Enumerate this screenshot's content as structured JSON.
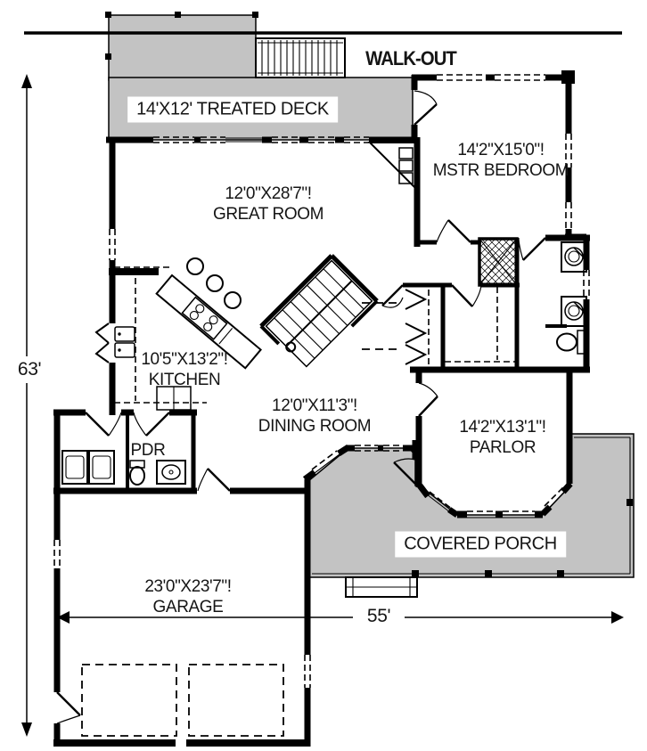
{
  "dimensions": {
    "height_label": "63'",
    "width_label": "55'"
  },
  "labels": {
    "walkout": "WALK-OUT",
    "deck": "14'X12' TREATED DECK",
    "covered_porch": "COVERED PORCH",
    "pdr": "PDR"
  },
  "rooms": {
    "master_bedroom": {
      "dims": "14'2\"X15'0\"!",
      "name": "MSTR BEDROOM"
    },
    "great_room": {
      "dims": "12'0\"X28'7\"!",
      "name": "GREAT ROOM"
    },
    "kitchen": {
      "dims": "10'5\"X13'2\"!",
      "name": "KITCHEN"
    },
    "dining_room": {
      "dims": "12'0\"X11'3\"!",
      "name": "DINING ROOM"
    },
    "parlor": {
      "dims": "14'2\"X13'1\"!",
      "name": "PARLOR"
    },
    "garage": {
      "dims": "23'0\"X23'7\"!",
      "name": "GARAGE"
    }
  },
  "colors": {
    "deck": "#c3c3c3",
    "porch": "#c3c3c3",
    "walls": "#000000",
    "background": "#ffffff"
  }
}
